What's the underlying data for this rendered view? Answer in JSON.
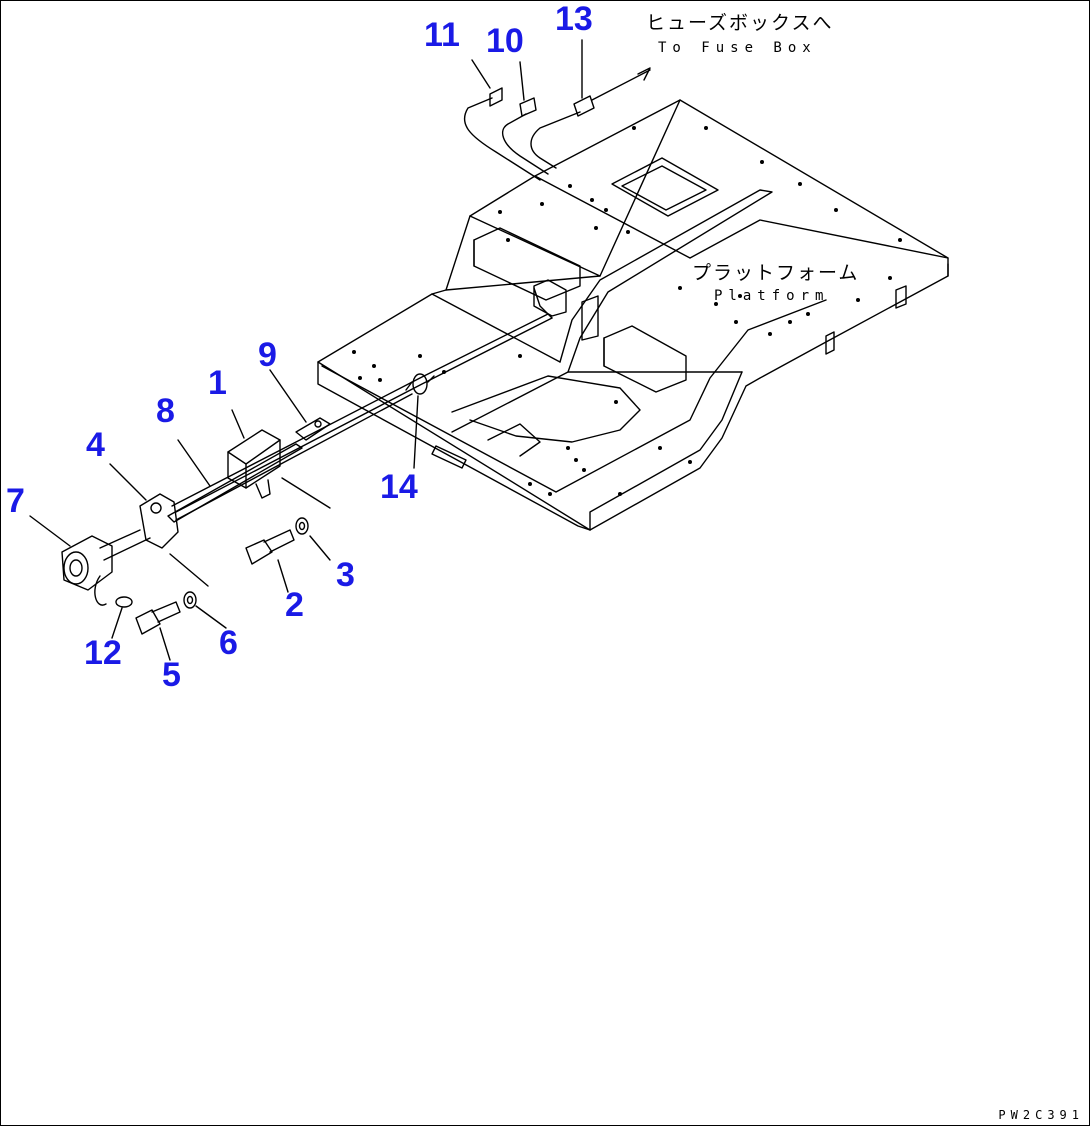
{
  "callouts": {
    "p1": "1",
    "p2": "2",
    "p3": "3",
    "p4": "4",
    "p5": "5",
    "p6": "6",
    "p7": "7",
    "p8": "8",
    "p9": "9",
    "p10": "10",
    "p11": "11",
    "p12": "12",
    "p13": "13",
    "p14": "14"
  },
  "notes": {
    "fuse_box_jp": "ヒューズボックスへ",
    "fuse_box_en": "To Fuse Box",
    "platform_jp": "プラットフォーム",
    "platform_en": "Platform"
  },
  "drawing_code": "PW2C391",
  "colors": {
    "callout": "#1a1ae6",
    "line": "#000000",
    "background": "#ffffff"
  }
}
